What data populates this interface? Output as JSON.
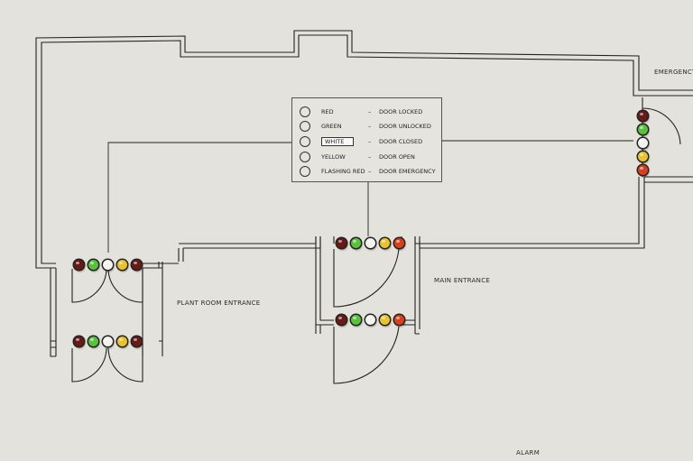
{
  "legend": {
    "rows": [
      {
        "color": "RED",
        "dash": "–",
        "meaning": "DOOR LOCKED"
      },
      {
        "color": "GREEN",
        "dash": "–",
        "meaning": "DOOR UNLOCKED"
      },
      {
        "color": "WHITE",
        "dash": "–",
        "meaning": "DOOR CLOSED"
      },
      {
        "color": "YELLOW",
        "dash": "–",
        "meaning": "DOOR OPEN"
      },
      {
        "color": "FLASHING RED",
        "dash": "–",
        "meaning": "DOOR EMERGENCY"
      }
    ]
  },
  "labels": {
    "plant_room": "PLANT ROOM ENTRANCE",
    "main_entrance": "MAIN ENTRANCE",
    "emergency": "EMERGENCY",
    "alarm": "ALARM"
  },
  "colors": {
    "red": "#b3281c",
    "dark_red": "#6a1a14",
    "green": "#58c23a",
    "white": "#f2f2ee",
    "yellow": "#e9c22c",
    "orange_red": "#d8401c",
    "wall": "#222222",
    "board": "#e4e2dc"
  },
  "indicator_groups": [
    {
      "name": "plant-room-upper",
      "leds": [
        "dark_red",
        "green",
        "white",
        "yellow",
        "dark_red"
      ]
    },
    {
      "name": "plant-room-lower",
      "leds": [
        "dark_red",
        "green",
        "white",
        "yellow",
        "dark_red"
      ]
    },
    {
      "name": "main-entrance-upper",
      "leds": [
        "dark_red",
        "green",
        "white",
        "yellow",
        "orange_red"
      ]
    },
    {
      "name": "main-entrance-lower",
      "leds": [
        "dark_red",
        "green",
        "white",
        "yellow",
        "orange_red"
      ]
    },
    {
      "name": "emergency",
      "leds": [
        "dark_red",
        "green",
        "white",
        "yellow",
        "orange_red"
      ]
    }
  ]
}
